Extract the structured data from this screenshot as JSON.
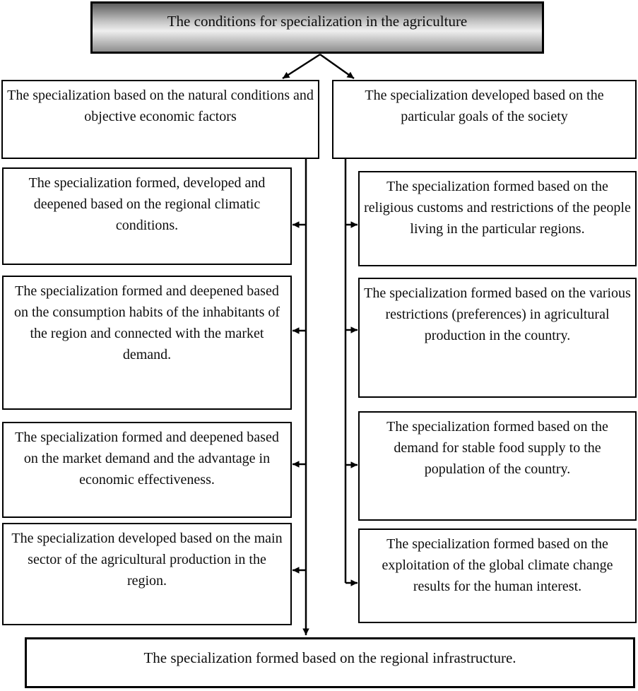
{
  "diagram": {
    "title": "The conditions for specialization in the agriculture",
    "branches": {
      "left": "The specialization based on the natural conditions and objective economic factors",
      "right": "The specialization developed based on the particular goals of the society"
    },
    "left_column": [
      {
        "text": "The specialization formed, developed and deepened based on the regional climatic conditions."
      },
      {
        "text": "The specialization formed and deepened based on the consumption habits of the inhabitants of the region and connected with the market demand."
      },
      {
        "text": "The specialization formed and deepened based on the market demand and the advantage in economic effectiveness."
      },
      {
        "text": "The specialization developed based on the main sector of the agricultural production in the region."
      }
    ],
    "right_column": [
      {
        "text": "The specialization formed based on the religious customs and restrictions of the people living in the particular regions."
      },
      {
        "text": "The specialization formed based on the various restrictions (preferences) in agricultural production in the country."
      },
      {
        "text": "The specialization formed based on the demand for stable food supply to the population of the country."
      },
      {
        "text": "The specialization formed based on the exploitation of the global climate change results for the human interest."
      }
    ],
    "footer": "The specialization formed based on the regional infrastructure.",
    "colors": {
      "border": "#000000",
      "text": "#0d0d0d",
      "background": "#ffffff",
      "title_gradient_top": "#5e5e5e",
      "title_gradient_middle": "#efefef",
      "title_gradient_bottom": "#8e8e8e"
    }
  }
}
